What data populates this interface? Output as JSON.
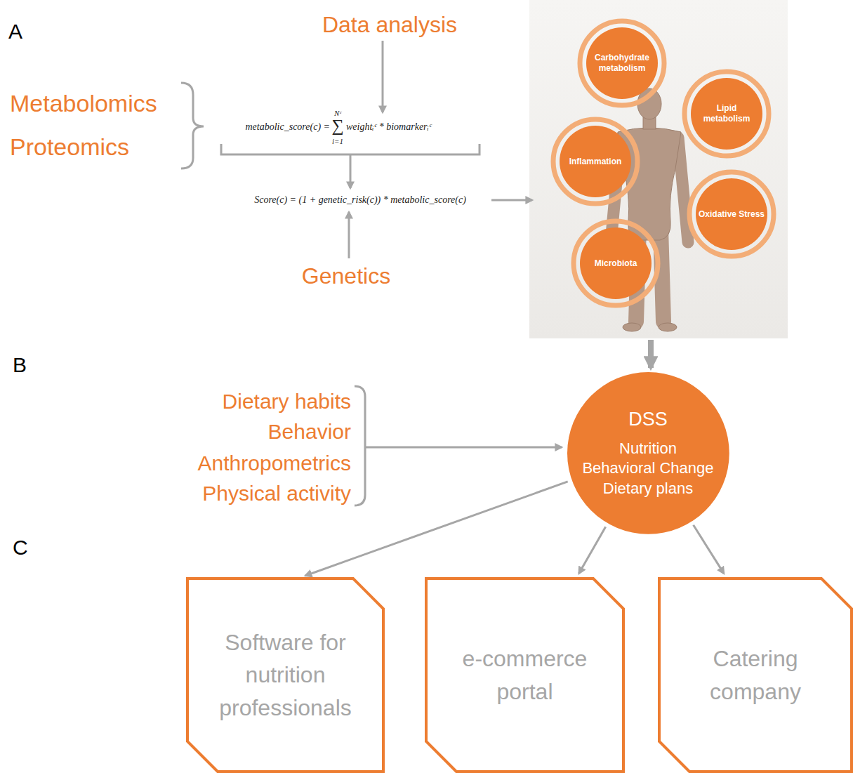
{
  "diagram": {
    "nodes": [
      {
        "text": [
          "Carbohydrate metabolism"
        ]
      },
      {
        "text": [
          "Lipid metabolism"
        ]
      },
      {
        "text": [
          "Inflammation"
        ]
      },
      {
        "text": [
          "Oxidative Stress"
        ]
      },
      {
        "text": [
          "Microbiota"
        ]
      },
      {
        "text": [
          "DSS",
          "Nutrition",
          "Behavioral Change",
          "Dietary plans"
        ]
      },
      {
        "text": [
          "Software for nutrition professionals"
        ]
      },
      {
        "text": [
          "e-commerce portal"
        ]
      },
      {
        "text": [
          "Catering company"
        ]
      }
    ],
    "edges": [
      {
        "from": 5,
        "to": 6,
        "arrow": "to"
      },
      {
        "from": 5,
        "to": 7,
        "arrow": "to"
      },
      {
        "from": 5,
        "to": 8,
        "arrow": "to"
      }
    ],
    "labels": [
      "A",
      "Data analysis",
      "Metabolomics",
      "Proteomics",
      "metabolic_score(c) =",
      "Nᶜ",
      "∑",
      "i=1",
      "weightᵢᶜ * biomarkerᵢᶜ",
      "Score(c) = (1 + genetic_risk(c)) * metabolic_score(c)",
      "Genetics",
      "B",
      "Dietary habits",
      "Behavior",
      "Anthropometrics",
      "Physical activity",
      "C"
    ]
  }
}
